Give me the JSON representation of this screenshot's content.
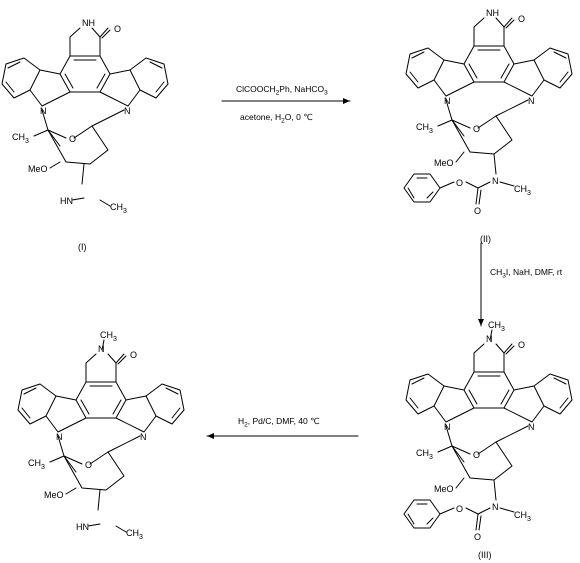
{
  "compounds": [
    {
      "id": "compound-1",
      "label": "(I)",
      "atom_labels": [
        "N",
        "H",
        "O",
        "N",
        "N",
        "O",
        "CH",
        "3",
        "MeO",
        "N",
        "H",
        "CH",
        "3"
      ]
    },
    {
      "id": "compound-2",
      "label": "(II)",
      "atom_labels": [
        "N",
        "H",
        "O",
        "N",
        "N",
        "O",
        "CH",
        "3",
        "MeO",
        "N",
        "CH",
        "3",
        "O",
        "O"
      ]
    },
    {
      "id": "compound-3",
      "label": "(III)",
      "atom_labels": [
        "N",
        "CH",
        "3",
        "O",
        "N",
        "N",
        "O",
        "CH",
        "3",
        "MeO",
        "N",
        "CH",
        "3",
        "O",
        "O"
      ]
    },
    {
      "id": "compound-4",
      "label": "",
      "atom_labels": [
        "N",
        "CH",
        "3",
        "O",
        "N",
        "N",
        "O",
        "CH",
        "3",
        "MeO",
        "N",
        "H",
        "CH",
        "3"
      ]
    }
  ],
  "reactions": [
    {
      "id": "step-1",
      "above": [
        "ClCOOCH",
        "2",
        "Ph, NaHCO",
        "3"
      ],
      "below": [
        "acetone, H",
        "2",
        "O, 0 ",
        "℃"
      ]
    },
    {
      "id": "step-2",
      "beside": [
        "CH",
        "3",
        "I, NaH, DMF, rt"
      ]
    },
    {
      "id": "step-3",
      "above": [
        "H",
        "2",
        ", Pd/C, DMF, 40 ",
        "℃"
      ]
    }
  ]
}
